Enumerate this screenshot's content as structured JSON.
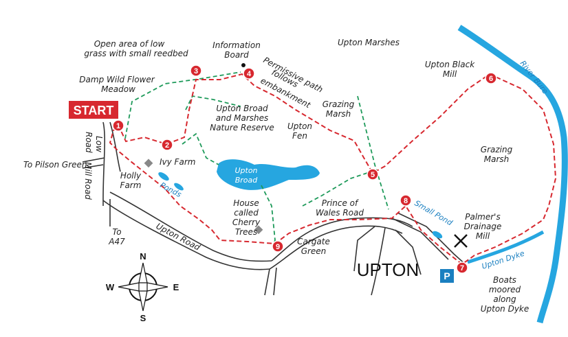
{
  "start_label": "START",
  "village": "UPTON",
  "parking_symbol": "P",
  "compass": {
    "n": "N",
    "s": "S",
    "e": "E",
    "w": "W"
  },
  "waypoints": [
    "1",
    "2",
    "3",
    "4",
    "5",
    "6",
    "7",
    "8",
    "9"
  ],
  "labels": {
    "open_area_1": "Open area of low",
    "open_area_2": "grass with small reedbed",
    "info_board_1": "Information",
    "info_board_2": "Board",
    "upton_marshes": "Upton Marshes",
    "upton_black_mill_1": "Upton Black",
    "upton_black_mill_2": "Mill",
    "river_bure": "River Bure",
    "damp_meadow_1": "Damp Wild Flower",
    "damp_meadow_2": "Meadow",
    "permissive_1": "Permissive path",
    "permissive_2": "follows",
    "permissive_3": "embankment",
    "grazing_marsh_1a": "Grazing",
    "grazing_marsh_1b": "Marsh",
    "upton_broad_reserve_1": "Upton Broad",
    "upton_broad_reserve_2": "and Marshes",
    "upton_broad_reserve_3": "Nature Reserve",
    "upton_fen_1": "Upton",
    "upton_fen_2": "Fen",
    "grazing_marsh_2a": "Grazing",
    "grazing_marsh_2b": "Marsh",
    "low_road_1": "Low",
    "low_road_2": "Road",
    "to_pilson": "To Pilson Green",
    "ivy_farm": "Ivy Farm",
    "mill_road": "Mill Road",
    "upton_broad_1": "Upton",
    "upton_broad_2": "Broad",
    "holly_farm_1": "Holly",
    "holly_farm_2": "Farm",
    "ponds": "Ponds",
    "house_1": "House",
    "house_2": "called",
    "house_3": "Cherry",
    "house_4": "Trees",
    "prince_1": "Prince of",
    "prince_2": "Wales Road",
    "small_pond": "Small Pond",
    "palmers_1": "Palmer's",
    "palmers_2": "Drainage",
    "palmers_3": "Mill",
    "to_a47_1": "To",
    "to_a47_2": "A47",
    "upton_road": "Upton Road",
    "cargate_1": "Cargate",
    "cargate_2": "Green",
    "upton_dyke": "Upton Dyke",
    "boats_1": "Boats",
    "boats_2": "moored",
    "boats_3": "along",
    "boats_4": "Upton Dyke"
  },
  "colors": {
    "route": "#d7282f",
    "path": "#1e9a5a",
    "water": "#26a6e0",
    "road": "#333333"
  }
}
